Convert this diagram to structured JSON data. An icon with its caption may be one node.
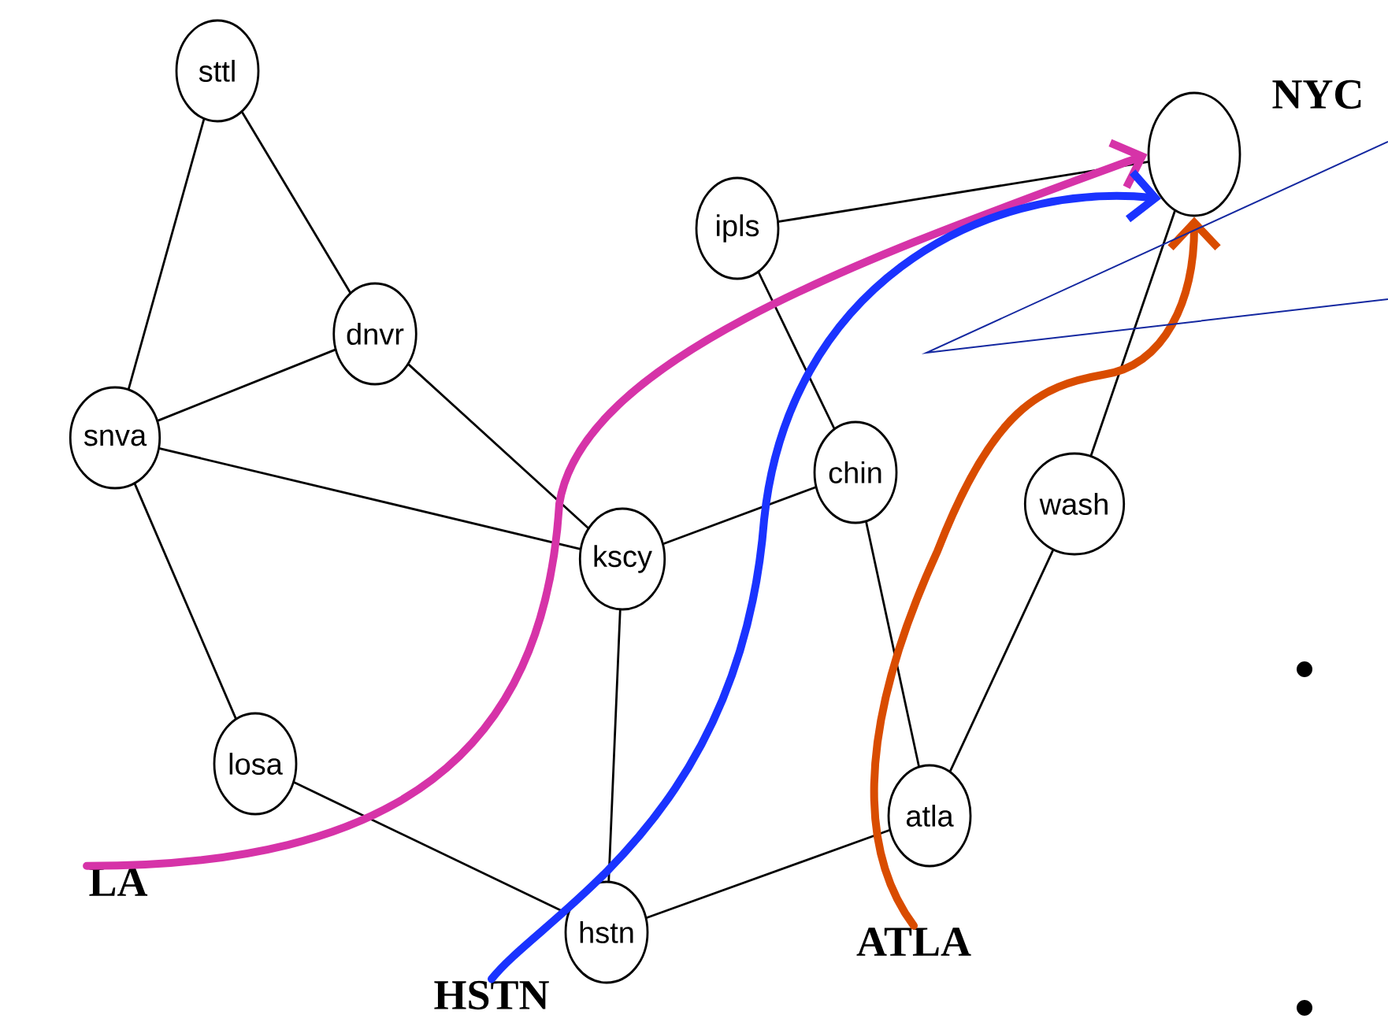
{
  "diagram": {
    "nodes": [
      {
        "text": [
          "sttl"
        ]
      },
      {
        "text": [
          "dnvr"
        ]
      },
      {
        "text": [
          "snva"
        ]
      },
      {
        "text": [
          "kscy"
        ]
      },
      {
        "text": [
          "ipls"
        ]
      },
      {
        "text": [
          "chin"
        ]
      },
      {
        "text": [],
        "shape": "circle",
        "beside": [
          "NYC"
        ]
      },
      {
        "text": [
          "wash"
        ]
      },
      {
        "text": [
          "losa"
        ]
      },
      {
        "text": [
          "hstn"
        ]
      },
      {
        "text": [
          "atla"
        ]
      },
      {
        "text": [
          "LA"
        ]
      },
      {
        "text": [
          "HSTN"
        ]
      },
      {
        "text": [
          "ATLA"
        ]
      }
    ],
    "edges": [
      {
        "from": 0,
        "to": 2,
        "arrow": "none"
      },
      {
        "from": 0,
        "to": 1,
        "arrow": "none"
      },
      {
        "from": 1,
        "to": 2,
        "arrow": "none"
      },
      {
        "from": 1,
        "to": 3,
        "arrow": "none"
      },
      {
        "from": 2,
        "to": 3,
        "arrow": "none"
      },
      {
        "from": 2,
        "to": 8,
        "arrow": "none"
      },
      {
        "from": 8,
        "to": 9,
        "arrow": "none"
      },
      {
        "from": 3,
        "to": 9,
        "arrow": "none"
      },
      {
        "from": 3,
        "to": 5,
        "arrow": "none"
      },
      {
        "from": 4,
        "to": 5,
        "arrow": "none"
      },
      {
        "from": 4,
        "to": 6,
        "arrow": "none"
      },
      {
        "from": 5,
        "to": 10,
        "arrow": "none"
      },
      {
        "from": 9,
        "to": 10,
        "arrow": "none"
      },
      {
        "from": 10,
        "to": 7,
        "arrow": "none"
      },
      {
        "from": 7,
        "to": 6,
        "arrow": "none"
      },
      {
        "from": 11,
        "to": 6,
        "arrow": "to",
        "style": "thick",
        "color": "#d633a8"
      },
      {
        "from": 12,
        "to": 6,
        "arrow": "to",
        "style": "thick",
        "color": "#1a33ff"
      },
      {
        "from": 13,
        "to": 6,
        "arrow": "to",
        "style": "thick",
        "color": "#d94c00"
      }
    ]
  }
}
